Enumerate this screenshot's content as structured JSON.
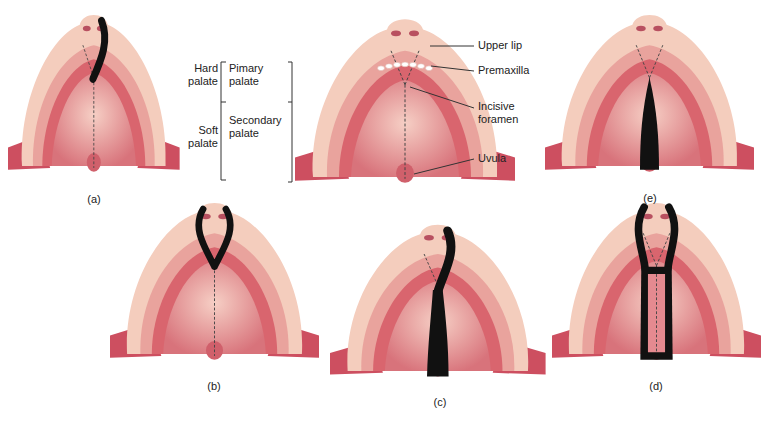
{
  "diagram": {
    "labels": [
      "Hard palate",
      "Pimary palate",
      "Soft palate",
      "Secondary palate",
      "Upper lip",
      "Premaxilla",
      "Incisive foramen",
      "Uvula",
      "(a)",
      "(b)",
      "(c)",
      "(d)",
      "(e)"
    ]
  }
}
